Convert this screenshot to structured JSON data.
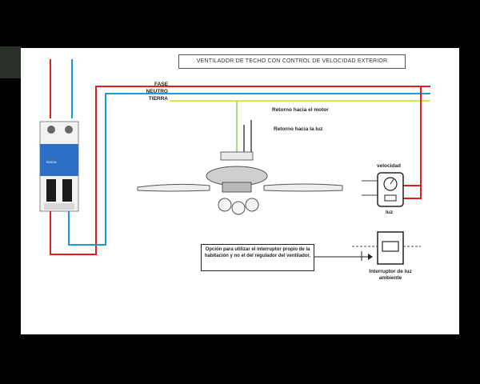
{
  "title": "VENTILADOR DE TECHO CON CONTROL DE VELOCIDAD EXTERIOR",
  "wires": {
    "fase": "FASE",
    "neutro": "NEUTRO",
    "tierra": "TIERRA"
  },
  "annotations": {
    "motor_return": "Retorno hacia el motor",
    "light_return": "Retorno hacia la luz"
  },
  "controls": {
    "speed_label": "velocidad",
    "light_label": "luz",
    "ambient_switch": "Interruptor de luz ambiente"
  },
  "note": "Opción para utilizar el interruptor propio de la habitación y no el del regulador del ventilador.",
  "breaker": {
    "brand": "SIMON"
  },
  "colors": {
    "fase": "#e02020",
    "neutro": "#1a9ad6",
    "tierra": "#d6e84a",
    "motor_wire": "#9be07a",
    "breaker_blue": "#2d6fc4"
  }
}
